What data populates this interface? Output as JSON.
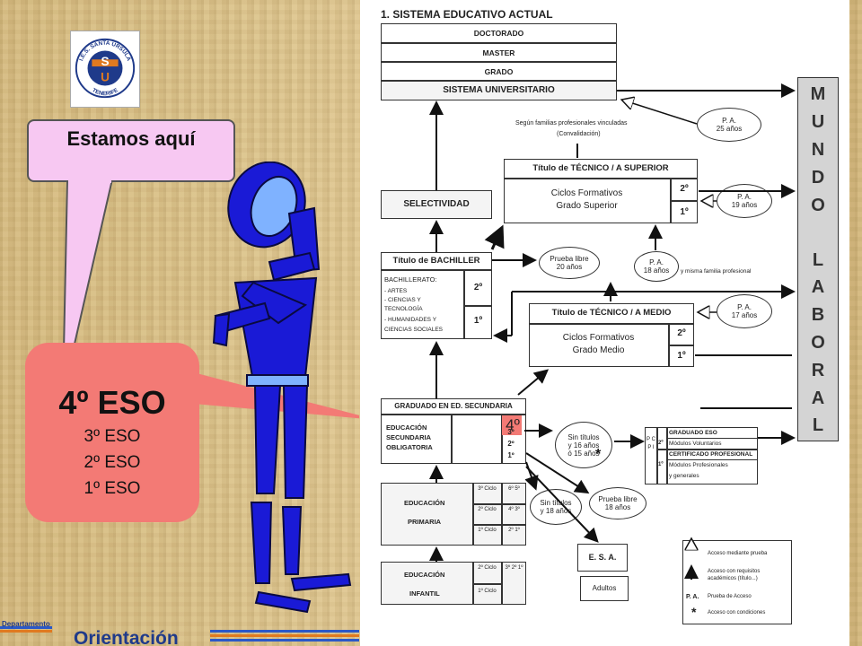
{
  "logo": {
    "ring_text": "I.E.S. SANTA ÚRSULA",
    "bottom_text": "TENERIFE",
    "monogram": "SU"
  },
  "bubbles": {
    "here": "Estamos aquí",
    "current": "4º ESO",
    "others": [
      "3º ESO",
      "2º ESO",
      "1º ESO"
    ]
  },
  "diagram": {
    "title": "1. SISTEMA EDUCATIVO ACTUAL",
    "university": {
      "doctorado": "DOCTORADO",
      "master": "MASTER",
      "grado": "GRADO",
      "sistema": "SISTEMA UNIVERSITARIO"
    },
    "convalidacion": [
      "Según familias profesionales vinculadas",
      "(Convalidación)"
    ],
    "selectividad": "SELECTIVIDAD",
    "tecnico_superior": {
      "title": "Título de TÉCNICO / A SUPERIOR",
      "line1": "Ciclos Formativos",
      "line2": "Grado Superior",
      "y2": "2º",
      "y1": "1º"
    },
    "bachiller": {
      "title": "Título de BACHILLER",
      "label": "BACHILLERATO:",
      "items": [
        "- ARTES",
        "- CIENCIAS Y",
        "  TECNOLOGÍA",
        "- HUMANIDADES Y",
        "  CIENCIAS SOCIALES"
      ],
      "y2": "2º",
      "y1": "1º"
    },
    "tecnico_medio": {
      "title": "Título de TÉCNICO / A MEDIO",
      "line1": "Ciclos Formativos",
      "line2": "Grado Medio",
      "y2": "2º",
      "y1": "1º"
    },
    "secundaria": {
      "title": "GRADUADO EN ED. SECUNDARIA",
      "l1": "EDUCACIÓN",
      "l2": "SECUNDARIA",
      "l3": "OBLIGATORIA",
      "c4": "4º",
      "c3": "3º",
      "c2": "2º",
      "c1": "1º"
    },
    "primaria": {
      "l1": "EDUCACIÓN",
      "l2": "PRIMARIA",
      "ciclos": [
        "3º Ciclo",
        "2º Ciclo",
        "1º Ciclo"
      ],
      "cursos": [
        "6º 5º",
        "4º 3º",
        "2º 1º"
      ]
    },
    "infantil": {
      "l1": "EDUCACIÓN",
      "l2": "INFANTIL",
      "ciclos": [
        "2º Ciclo",
        "1º Ciclo"
      ],
      "cursos": [
        "3º 2º 1º",
        ""
      ]
    },
    "pa25": [
      "P. A.",
      "25 años"
    ],
    "pa19": [
      "P. A.",
      "19 años"
    ],
    "pa18": [
      "P. A.",
      "18 años"
    ],
    "pa18_note": "y misma familia profesional",
    "pa17": [
      "P. A.",
      "17 años"
    ],
    "prueba20": [
      "Prueba libre",
      "20 años"
    ],
    "sin16": [
      "Sin títulos",
      "y 16 años",
      "ó 15 años"
    ],
    "sin18": [
      "Sin títulos",
      "y 18 años"
    ],
    "prueba18": [
      "Prueba libre",
      "18 años"
    ],
    "pcpi": {
      "letters": "P C P I",
      "graduado": "GRADUADO ESO",
      "voluntarios": "Módulos Voluntarios",
      "certificado": "CERTIFICADO PROFESIONAL",
      "profesionales": "Módulos Profesionales",
      "generales": "y generales",
      "y2": "2º",
      "y1": "1º"
    },
    "esa": "E. S. A.",
    "adultos": "Adultos",
    "highlight": "4º",
    "mundo_laboral": [
      "M",
      "U",
      "N",
      "D",
      "O",
      "",
      "L",
      "A",
      "B",
      "O",
      "R",
      "A",
      "L"
    ],
    "legend": {
      "prueba": "Acceso mediante prueba",
      "requisitos": [
        "Acceso con requisitos",
        "académicos (título...)"
      ],
      "pa_label": "P. A.",
      "pa": "Prueba de Acceso",
      "star": "*",
      "condiciones": "Acceso con condiciones"
    }
  },
  "footer": {
    "department": "Departamento",
    "name": "Orientación"
  },
  "colors": {
    "bubble_pink": "#f7c8f2",
    "bubble_red": "#f37a75",
    "figure_blue": "#1a1ad6",
    "footer_blue": "#1f3a8a"
  }
}
